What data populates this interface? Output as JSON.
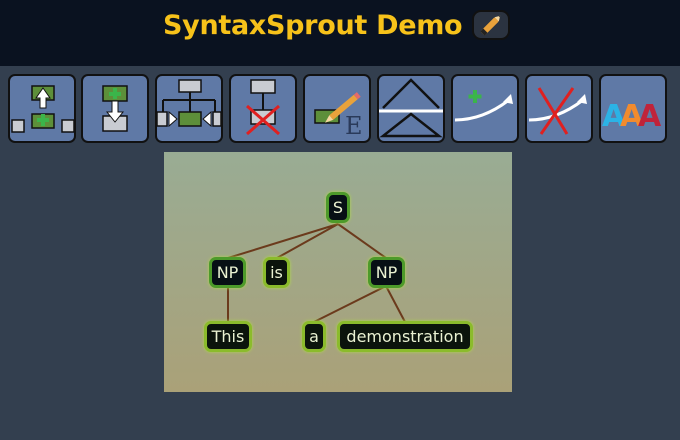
{
  "header": {
    "title": "SyntaxSprout Demo"
  },
  "toolbar": {
    "buttons": [
      {
        "name": "add-parent-button",
        "icon": "add-parent-icon"
      },
      {
        "name": "add-child-button",
        "icon": "add-child-icon"
      },
      {
        "name": "add-sibling-button",
        "icon": "add-sibling-icon"
      },
      {
        "name": "delete-node-button",
        "icon": "delete-node-icon"
      },
      {
        "name": "edit-label-button",
        "icon": "edit-label-icon"
      },
      {
        "name": "triangle-toggle-button",
        "icon": "triangle-icon"
      },
      {
        "name": "add-arrow-button",
        "icon": "add-arrow-icon"
      },
      {
        "name": "delete-arrow-button",
        "icon": "delete-arrow-icon"
      },
      {
        "name": "color-style-button",
        "icon": "color-letters-icon"
      }
    ],
    "color_letters": [
      "A",
      "A",
      "A"
    ]
  },
  "tree": {
    "nodes": {
      "s": "S",
      "np1": "NP",
      "is": "is",
      "np2": "NP",
      "this": "This",
      "a": "a",
      "demonstration": "demonstration"
    }
  },
  "colors": {
    "header_bg": "#0a1220",
    "page_bg": "#333f4f",
    "title": "#f7c21a",
    "toolbar_button": "#5f79a6",
    "node_bg": "#071015",
    "node_border": "#4d9a2a",
    "edge": "#6b3a1c"
  }
}
